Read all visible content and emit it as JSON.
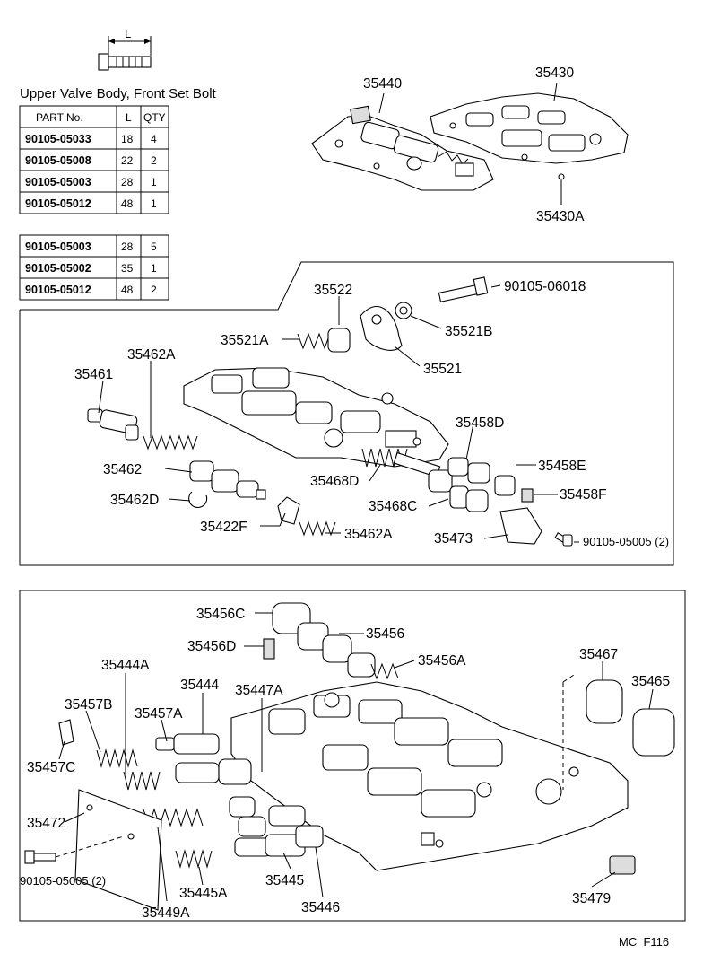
{
  "bolt_table": {
    "dimension_label": "L",
    "title": "Upper Valve Body, Front Set Bolt",
    "headers": [
      "PART No.",
      "L",
      "QTY"
    ],
    "rows": [
      [
        "90105-05033",
        "18",
        "4"
      ],
      [
        "90105-05008",
        "22",
        "2"
      ],
      [
        "90105-05003",
        "28",
        "1"
      ],
      [
        "90105-05012",
        "48",
        "1"
      ]
    ]
  },
  "bolt_table_2": {
    "rows": [
      [
        "90105-05003",
        "28",
        "5"
      ],
      [
        "90105-05002",
        "35",
        "1"
      ],
      [
        "90105-05012",
        "48",
        "2"
      ]
    ]
  },
  "top_assembly": {
    "labels": [
      "35440",
      "35430",
      "35430A"
    ]
  },
  "middle_panel": {
    "labels": {
      "l35522": "35522",
      "l90105_06018": "90105-06018",
      "l35521A": "35521A",
      "l35521B": "35521B",
      "l35521": "35521",
      "l35462A_top": "35462A",
      "l35461": "35461",
      "l35458D": "35458D",
      "l35462": "35462",
      "l35458E": "35458E",
      "l35468D": "35468D",
      "l35462D": "35462D",
      "l35468C": "35468C",
      "l35458F": "35458F",
      "l35422F": "35422F",
      "l35462A_bot": "35462A",
      "l35473": "35473",
      "l90105_05005": "90105-05005 (2)"
    }
  },
  "bottom_panel": {
    "labels": {
      "l35456C": "35456C",
      "l35456": "35456",
      "l35456D": "35456D",
      "l35456A": "35456A",
      "l35467": "35467",
      "l35444A": "35444A",
      "l35444": "35444",
      "l35447A": "35447A",
      "l35465": "35465",
      "l35457B": "35457B",
      "l35457A": "35457A",
      "l35457C": "35457C",
      "l35472": "35472",
      "l90105_05005": "90105-05005 (2)",
      "l35445": "35445",
      "l35445A": "35445A",
      "l35446": "35446",
      "l35449A": "35449A",
      "l35479": "35479"
    }
  },
  "footer": {
    "code": "MC  F116"
  }
}
